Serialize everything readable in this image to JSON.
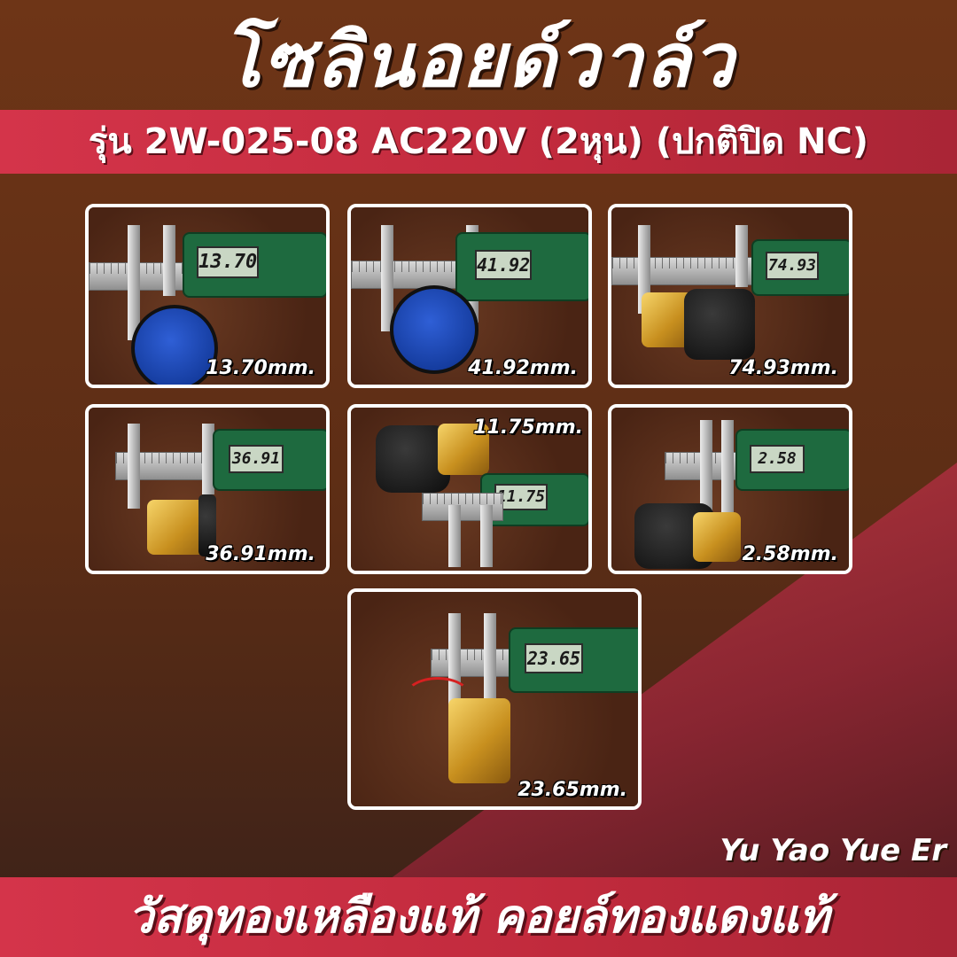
{
  "header": {
    "title": "โซลินอยด์วาล์ว",
    "subtitle": "รุ่น 2W-025-08 AC220V (2หุน) (ปกติปิด NC)"
  },
  "photos": [
    {
      "reading": "13.70",
      "caption": "13.70mm."
    },
    {
      "reading": "41.92",
      "caption": "41.92mm."
    },
    {
      "reading": "74.93",
      "caption": "74.93mm."
    },
    {
      "reading": "36.91",
      "caption": "36.91mm."
    },
    {
      "reading": "11.75",
      "caption": "11.75mm."
    },
    {
      "reading": "2.58",
      "caption": "2.58mm."
    },
    {
      "reading": "23.65",
      "caption": "23.65mm."
    }
  ],
  "brand": "Yu Yao Yue Er",
  "footer": "วัสดุทองเหลืองแท้ คอยล์ทองแดงแท้",
  "colors": {
    "background": "#5c2d15",
    "accent_red": "#c8303f",
    "caliper_green": "#1f6b3e"
  }
}
